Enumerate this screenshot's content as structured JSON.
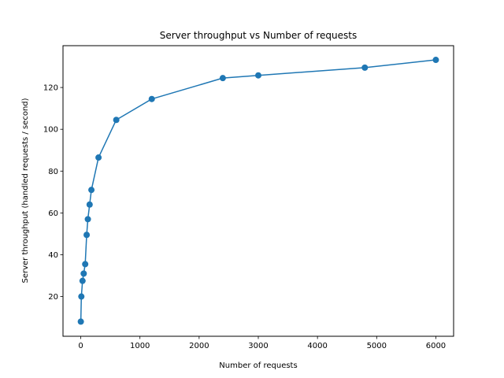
{
  "chart_data": {
    "type": "line",
    "title": "Server throughput vs Number of requests",
    "xlabel": "Number of requests",
    "ylabel": "Server throughput (handled requests / second)",
    "xlim": [
      -300,
      6300
    ],
    "ylim": [
      1,
      140
    ],
    "xticks": [
      0,
      1000,
      2000,
      3000,
      4000,
      5000,
      6000
    ],
    "yticks": [
      20,
      40,
      60,
      80,
      100,
      120
    ],
    "grid": false,
    "markers": true,
    "color": "#1f77b4",
    "series": [
      {
        "x": [
          1,
          10,
          30,
          50,
          75,
          100,
          120,
          150,
          180,
          300,
          600,
          1200,
          2400,
          3000,
          4800,
          6000
        ],
        "y": [
          8,
          20,
          27.5,
          31,
          35.5,
          49.5,
          57,
          64,
          71,
          86.5,
          104.5,
          114.5,
          124.5,
          125.8,
          129.5,
          133.2
        ]
      }
    ]
  }
}
